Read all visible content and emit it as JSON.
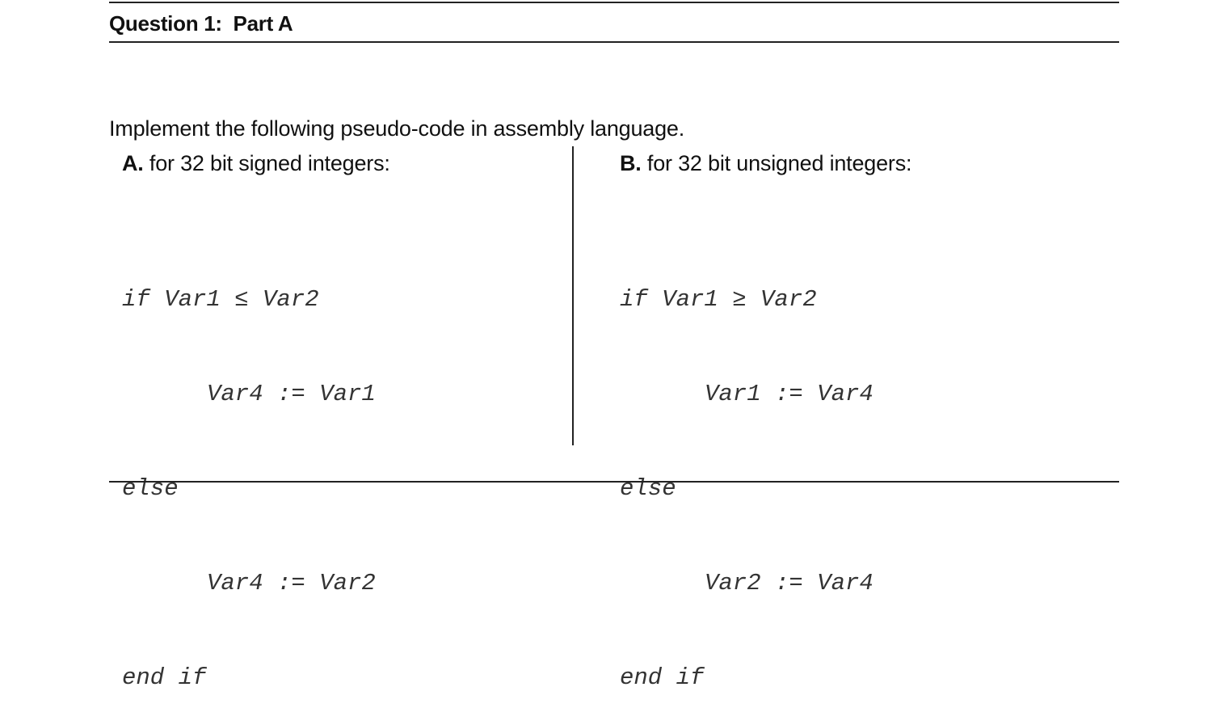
{
  "heading": "Question 1:  Part A",
  "intro": "Implement the following pseudo-code in assembly language.",
  "columns": [
    {
      "letter": "A.",
      "label": " for 32 bit signed integers:",
      "code": [
        {
          "text": "if Var1 ≤ Var2",
          "indent": false
        },
        {
          "text": "Var4 := Var1",
          "indent": true
        },
        {
          "text": "else",
          "indent": false
        },
        {
          "text": "Var4 := Var2",
          "indent": true
        },
        {
          "text": "end if",
          "indent": false
        }
      ]
    },
    {
      "letter": "B.",
      "label": " for 32 bit unsigned integers:",
      "code": [
        {
          "text": "if Var1 ≥ Var2",
          "indent": false
        },
        {
          "text": "Var1 := Var4",
          "indent": true
        },
        {
          "text": "else",
          "indent": false
        },
        {
          "text": "Var2 := Var4",
          "indent": true
        },
        {
          "text": "end if",
          "indent": false
        }
      ]
    }
  ]
}
